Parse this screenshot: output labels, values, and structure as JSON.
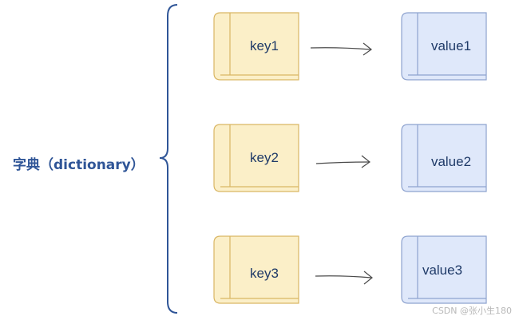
{
  "dictionary_label": "字典（dictionary）",
  "pairs": [
    {
      "key": "key1",
      "value": "value1"
    },
    {
      "key": "key2",
      "value": "value2"
    },
    {
      "key": "key3",
      "value": "value3"
    }
  ],
  "watermark": "CSDN @张小生180",
  "colors": {
    "key_fill": "#fbefc8",
    "key_stroke": "#d9b663",
    "value_fill": "#dfe8fa",
    "value_stroke": "#8ea3cf",
    "bracket": "#2f5597",
    "arrow": "#4a4a4a",
    "label_text": "#1f3a68"
  }
}
